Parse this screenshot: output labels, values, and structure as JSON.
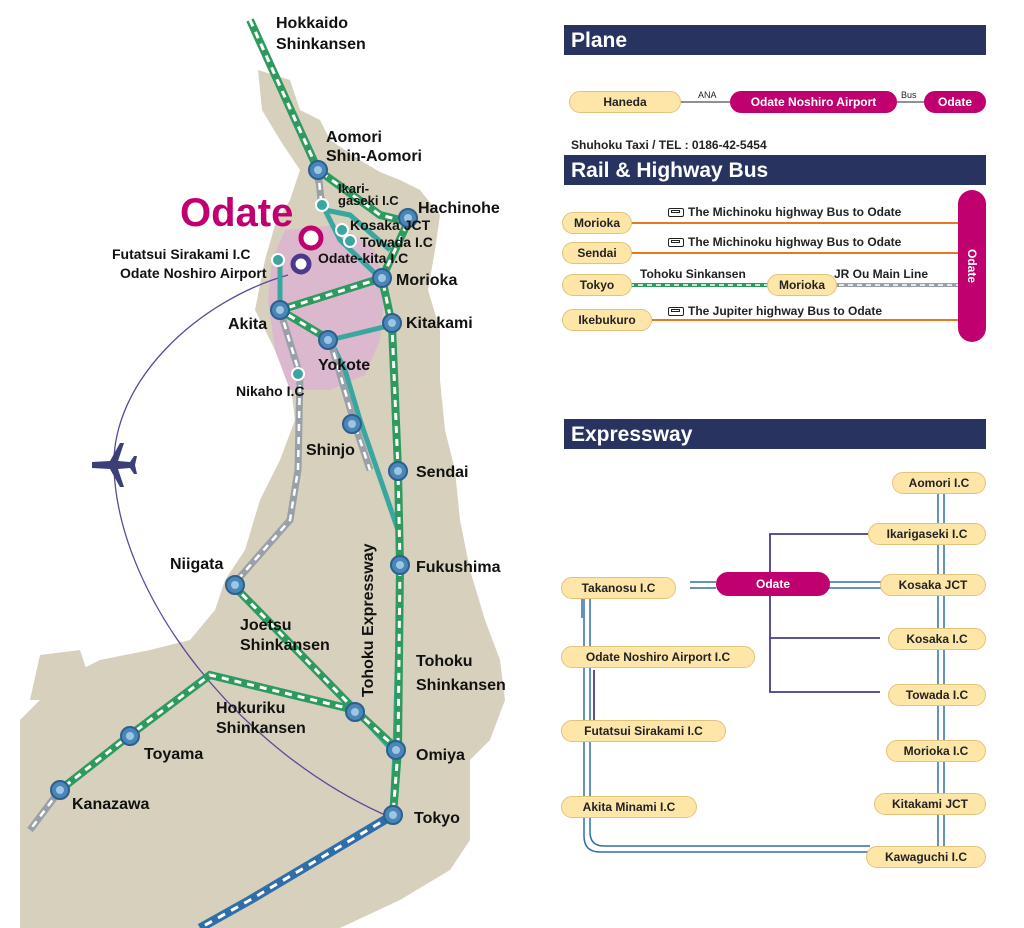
{
  "map": {
    "highlight_city": "Odate",
    "rail_labels": {
      "hokkaido": [
        "Hokkaido",
        "Shinkansen"
      ],
      "joetsu": [
        "Joetsu",
        "Shinkansen"
      ],
      "hokuriku": [
        "Hokuriku",
        "Shinkansen"
      ],
      "tohoku": [
        "Tohoku",
        "Shinkansen"
      ],
      "expressway": "Tohoku Expressway"
    },
    "stations": {
      "aomori": [
        "Aomori",
        "Shin-Aomori"
      ],
      "hachinohe": "Hachinohe",
      "morioka": "Morioka",
      "kitakami": "Kitakami",
      "akita": "Akita",
      "yokote": "Yokote",
      "shinjo": "Shinjo",
      "sendai": "Sendai",
      "fukushima": "Fukushima",
      "niigata": "Niigata",
      "omiya": "Omiya",
      "tokyo": "Tokyo",
      "toyama": "Toyama",
      "kanazawa": "Kanazawa"
    },
    "interchanges": {
      "ikarigaseki": [
        "Ikari-",
        "gaseki I.C"
      ],
      "kosaka": "Kosaka JCT",
      "towada": "Towada I.C",
      "odate_kita": "Odate-kita I.C",
      "futatsui": "Futatsui Sirakami I.C",
      "airport": "Odate Noshiro Airport",
      "nikaho": "Nikaho I.C"
    }
  },
  "plane": {
    "header": "Plane",
    "from": "Haneda",
    "carrier": "ANA",
    "airport": "Odate Noshiro Airport",
    "transfer": "Bus",
    "to": "Odate",
    "taxi": "Shuhoku Taxi / TEL : 0186-42-5454"
  },
  "rail_bus": {
    "header": "Rail & Highway Bus",
    "destination": "Odate",
    "rows": [
      {
        "origin": "Morioka",
        "route": "The Michinoku highway Bus to Odate"
      },
      {
        "origin": "Sendai",
        "route": "The Michinoku highway Bus to Odate"
      },
      {
        "origin": "Tokyo",
        "route": "Tohoku Sinkansen",
        "via": "Morioka",
        "route2": "JR Ou Main Line"
      },
      {
        "origin": "Ikebukuro",
        "route": "The Jupiter highway Bus to Odate"
      }
    ]
  },
  "expressway": {
    "header": "Expressway",
    "center": "Odate",
    "left": [
      "Takanosu I.C",
      "Odate Noshiro Airport I.C",
      "Futatsui Sirakami I.C",
      "Akita Minami I.C"
    ],
    "right": [
      "Aomori I.C",
      "Ikarigaseki I.C",
      "Kosaka JCT",
      "Kosaka I.C",
      "Towada I.C",
      "Morioka I.C",
      "Kitakami JCT",
      "Kawaguchi I.C"
    ]
  },
  "colors": {
    "header_bg": "#283360",
    "magenta": "#c0006e",
    "pill": "#fde6a8",
    "highway_bus": "#e87722",
    "shinkansen": "#2e9b5e",
    "land": "#d6d0bd",
    "expressway": "#3aa6a0",
    "station": "#4a86b8"
  }
}
